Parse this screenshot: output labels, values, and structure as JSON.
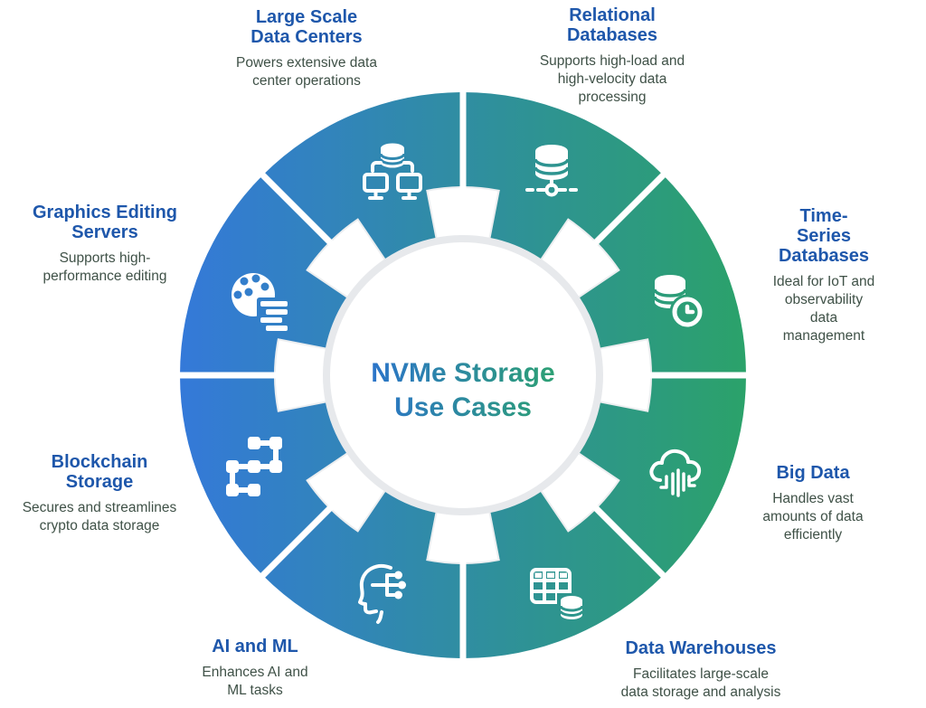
{
  "center_title": "NVMe Storage Use Cases",
  "colors": {
    "wheel_gradient_left": "#3479d9",
    "wheel_gradient_right": "#2ba26a",
    "segment_title_color": "#1e57ab",
    "segment_description_color": "#3f5147",
    "center_ring_color": "#e7e9ec",
    "icon_color": "#ffffff"
  },
  "segments": [
    {
      "title": "Large Scale Data Centers",
      "description": "Powers extensive data center operations",
      "icon": "data-centers-icon",
      "position": "top-left"
    },
    {
      "title": "Relational Databases",
      "description": "Supports high-load and high-velocity data processing",
      "icon": "relational-database-icon",
      "position": "top-right"
    },
    {
      "title": "Time-Series Databases",
      "description": "Ideal for IoT and observability data management",
      "icon": "time-series-database-icon",
      "position": "right-upper"
    },
    {
      "title": "Big Data",
      "description": "Handles vast amounts of data efficiently",
      "icon": "big-data-cloud-icon",
      "position": "right-lower"
    },
    {
      "title": "Data Warehouses",
      "description": "Facilitates large-scale data storage and analysis",
      "icon": "data-warehouse-icon",
      "position": "bottom-right"
    },
    {
      "title": "AI and ML",
      "description": "Enhances AI and ML tasks",
      "icon": "ai-ml-head-icon",
      "position": "bottom-left"
    },
    {
      "title": "Blockchain Storage",
      "description": "Secures and streamlines crypto data storage",
      "icon": "blockchain-icon",
      "position": "left-lower"
    },
    {
      "title": "Graphics Editing Servers",
      "description": "Supports high-performance editing",
      "icon": "graphics-palette-icon",
      "position": "left-upper"
    }
  ]
}
